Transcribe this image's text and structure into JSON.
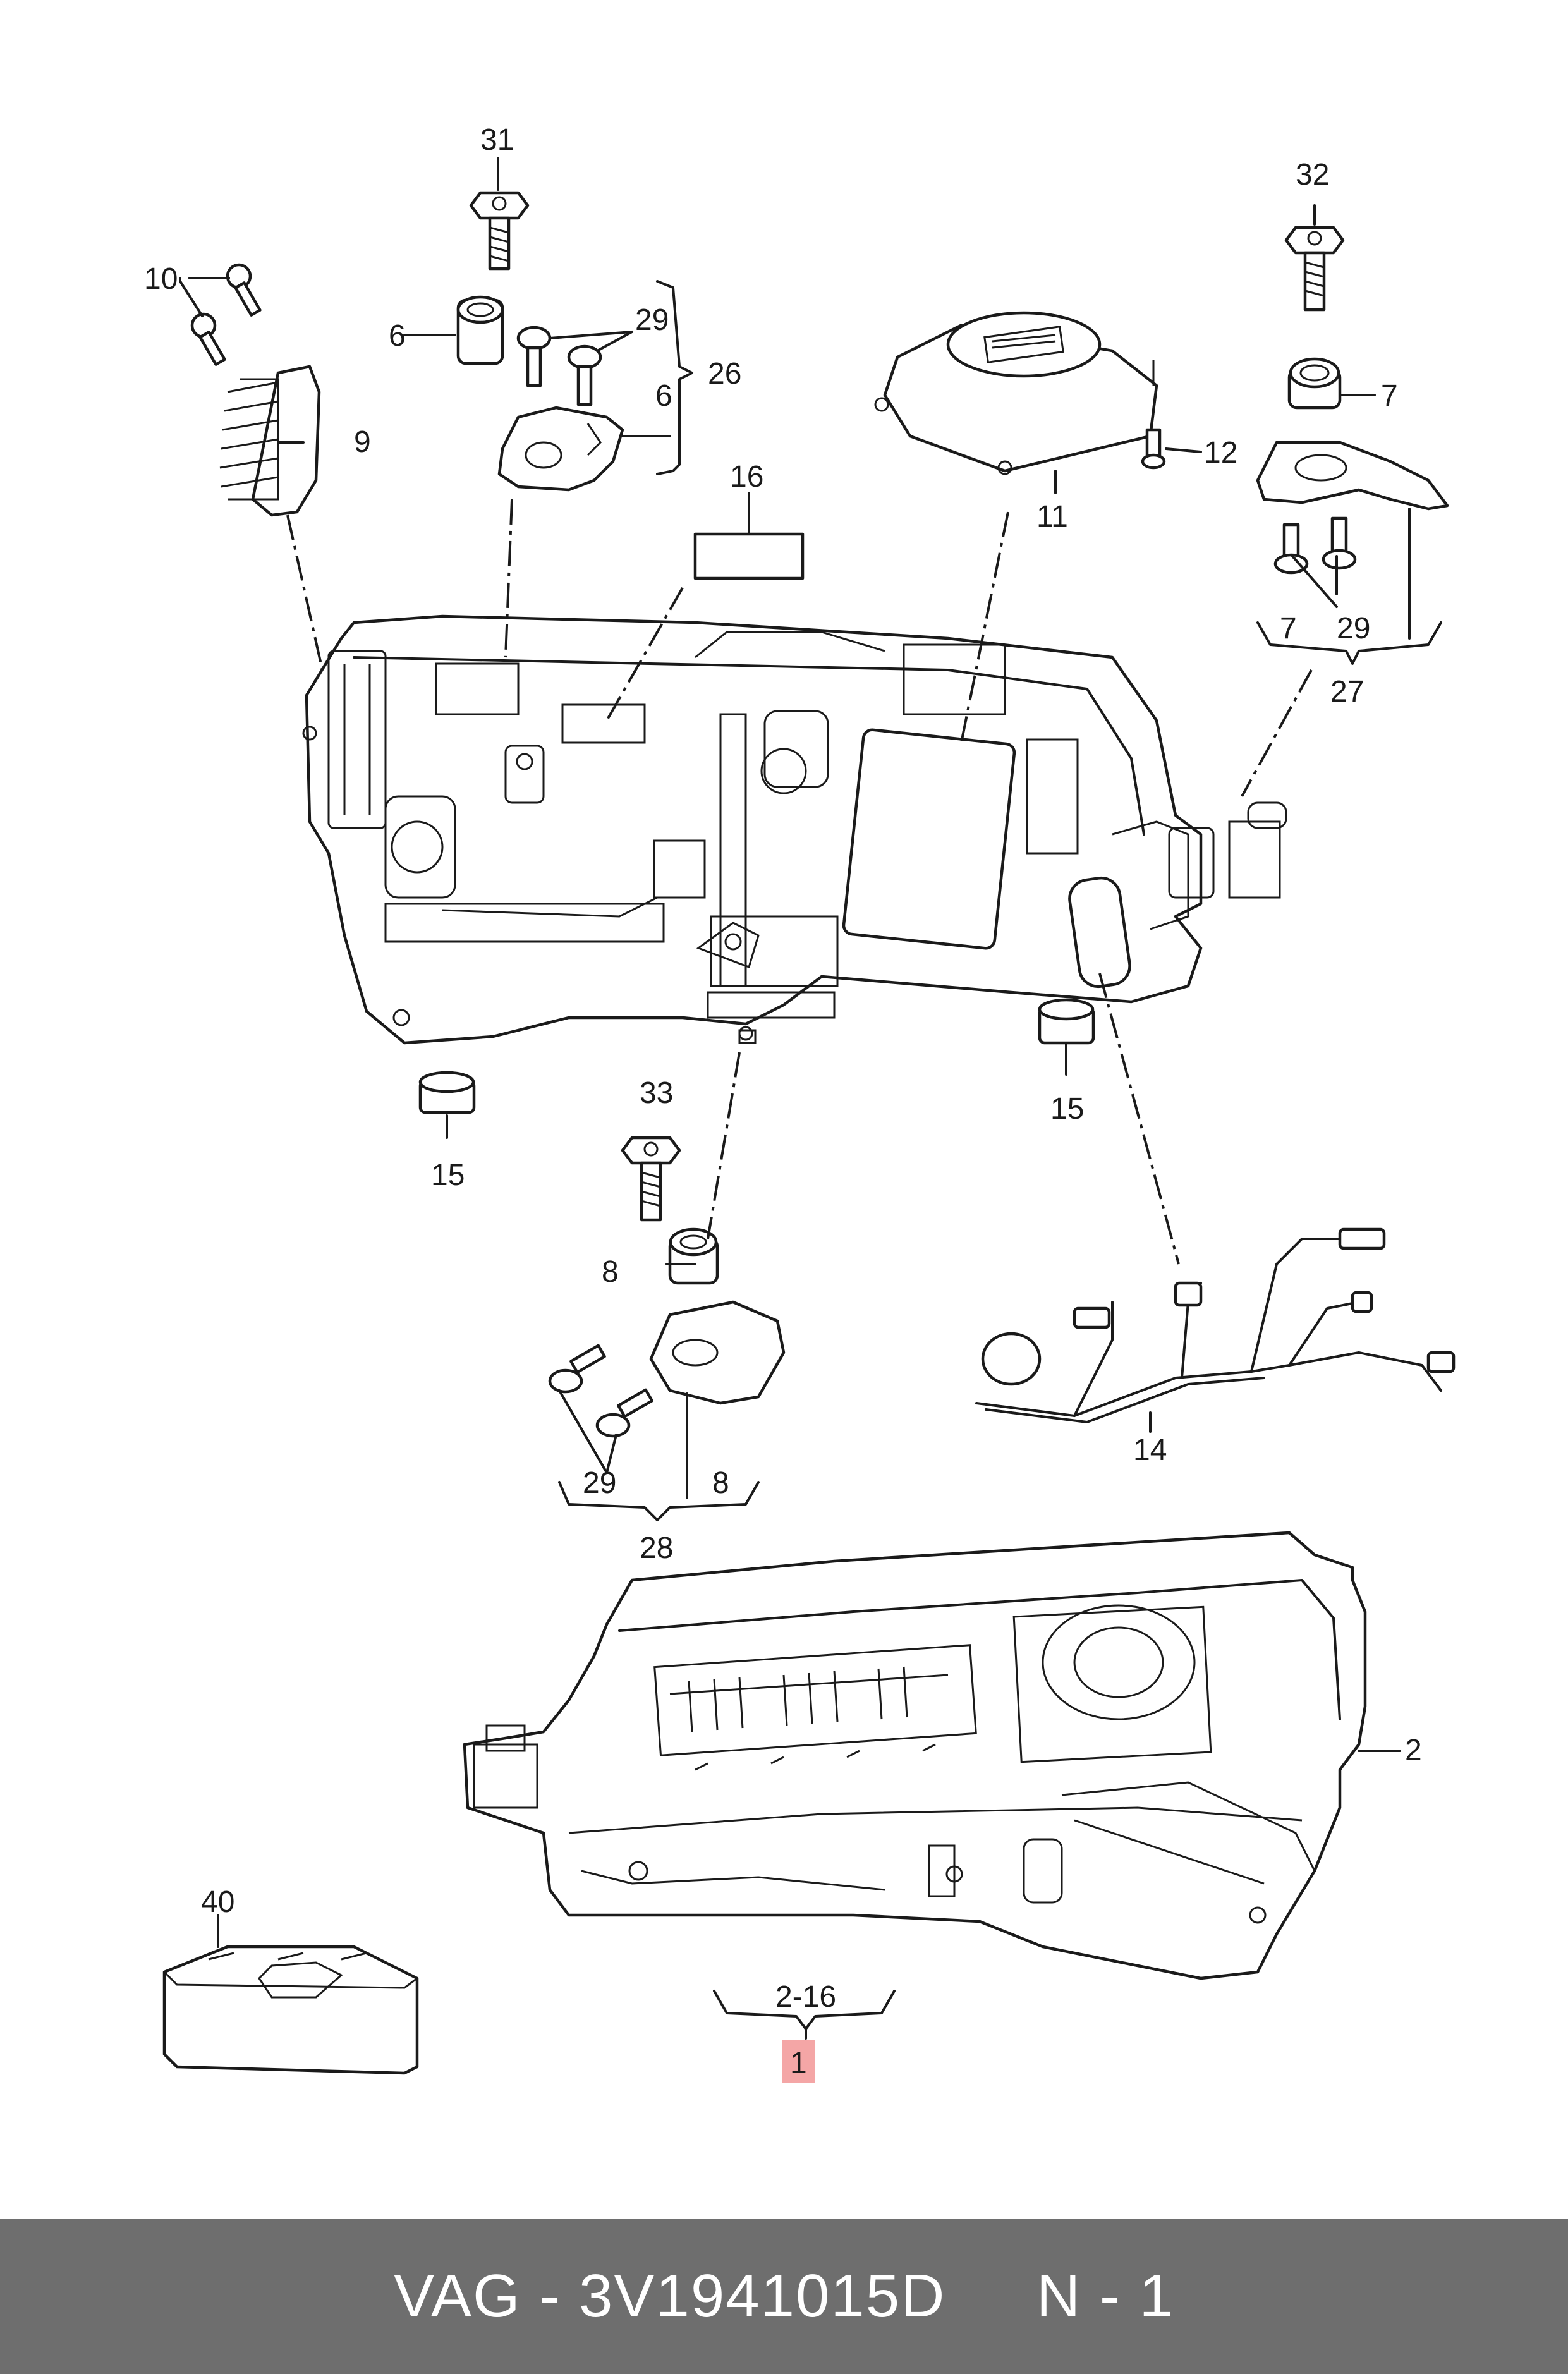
{
  "footer": {
    "brand": "VAG",
    "separator": " - ",
    "part_number": "3V1941015D",
    "gap": "     ",
    "sheet": "N - 1"
  },
  "callouts": {
    "c1": "1",
    "c2": "2",
    "c2_16": "2-16",
    "c6a": "6",
    "c6b": "6",
    "c7a": "7",
    "c7b": "7",
    "c8a": "8",
    "c8b": "8",
    "c9": "9",
    "c10": "10",
    "c11": "11",
    "c12": "12",
    "c14": "14",
    "c15a": "15",
    "c15b": "15",
    "c16": "16",
    "c26": "26",
    "c27": "27",
    "c28": "28",
    "c29a": "29",
    "c29b": "29",
    "c29c": "29",
    "c31": "31",
    "c32": "32",
    "c33": "33",
    "c40": "40"
  },
  "colors": {
    "highlight": "#f4a6a6",
    "footer_bg": "#6e6e6e",
    "line": "#1a1a1a"
  }
}
